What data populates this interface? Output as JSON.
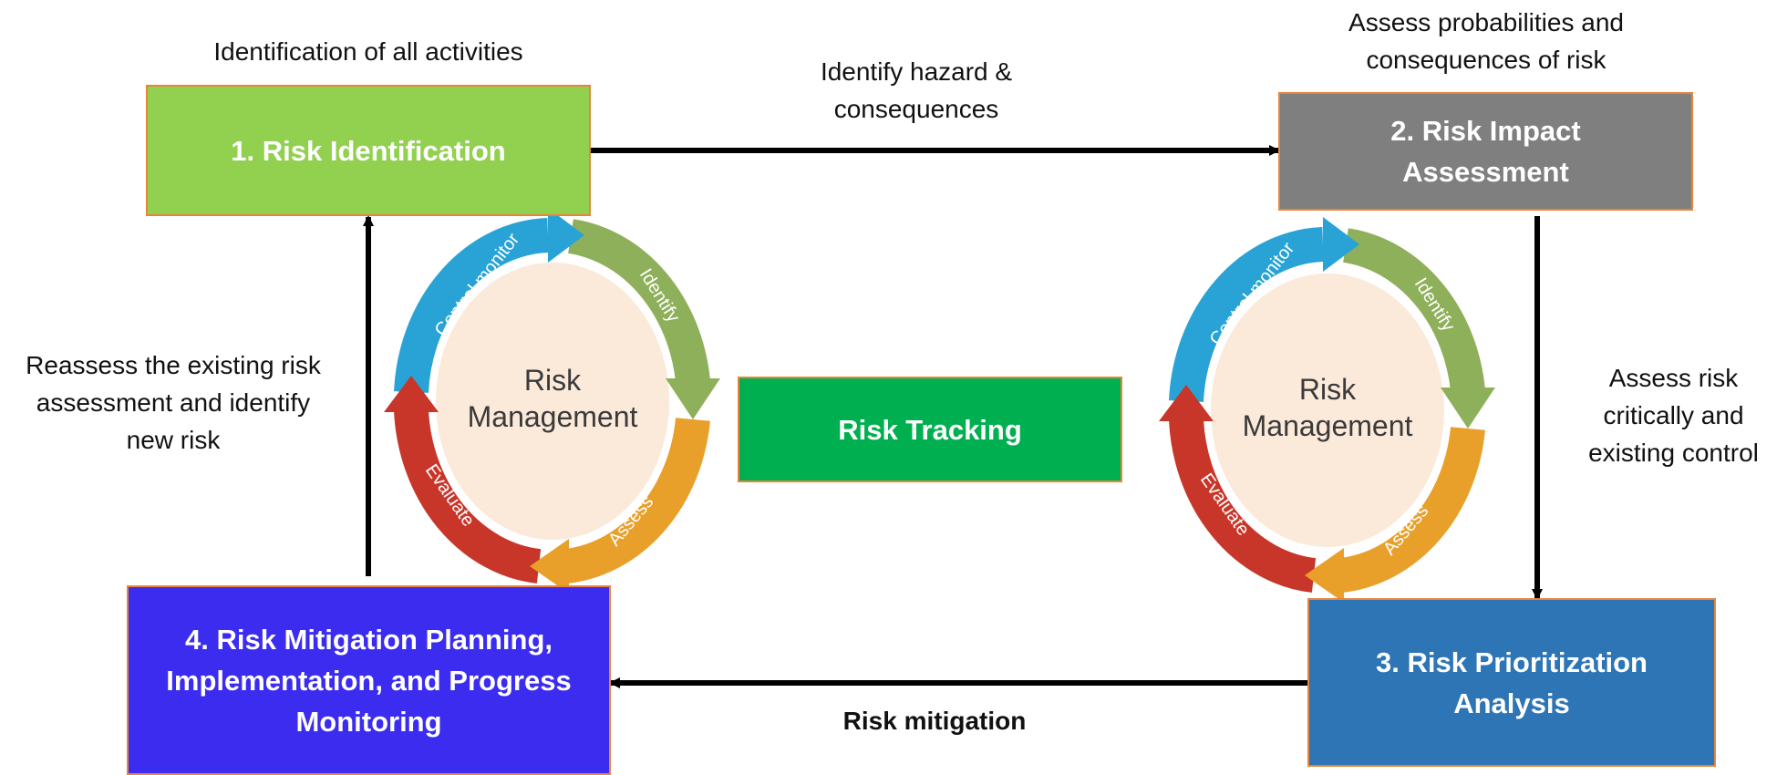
{
  "boxes": {
    "identification": {
      "title": "1. Risk Identification",
      "color": "#92d050"
    },
    "impact": {
      "line1": "2. Risk Impact",
      "line2": "Assessment",
      "color": "#7f7f7f"
    },
    "prioritization": {
      "line1": "3. Risk Prioritization",
      "line2": "Analysis",
      "color": "#2e75b6"
    },
    "mitigation": {
      "line1": "4. Risk Mitigation Planning,",
      "line2": "Implementation, and Progress",
      "line3": "Monitoring",
      "color": "#3b2cf0"
    },
    "tracking": {
      "title": "Risk Tracking",
      "color": "#00b050"
    }
  },
  "edge_labels": {
    "top_left": "Identification of all activities",
    "top_middle": {
      "line1": "Identify hazard &",
      "line2": "consequences"
    },
    "top_right": {
      "line1": "Assess probabilities and",
      "line2": "consequences of risk"
    },
    "right": {
      "line1": "Assess risk",
      "line2": "critically and",
      "line3": "existing control"
    },
    "bottom": "Risk mitigation",
    "left": {
      "line1": "Reassess the existing risk",
      "line2": "assessment  and identify",
      "line3": "new risk"
    }
  },
  "cycle": {
    "center_line1": "Risk",
    "center_line2": "Management",
    "segments": {
      "control_monitor": {
        "label": "Control monitor",
        "color": "#29a3d6"
      },
      "identify": {
        "label": "Identify",
        "color": "#8fb05a"
      },
      "assess": {
        "label": "Assess",
        "color": "#e8a02a"
      },
      "evaluate": {
        "label": "Evaluate",
        "color": "#c8362a"
      }
    },
    "center_color": "#fbe9da"
  }
}
